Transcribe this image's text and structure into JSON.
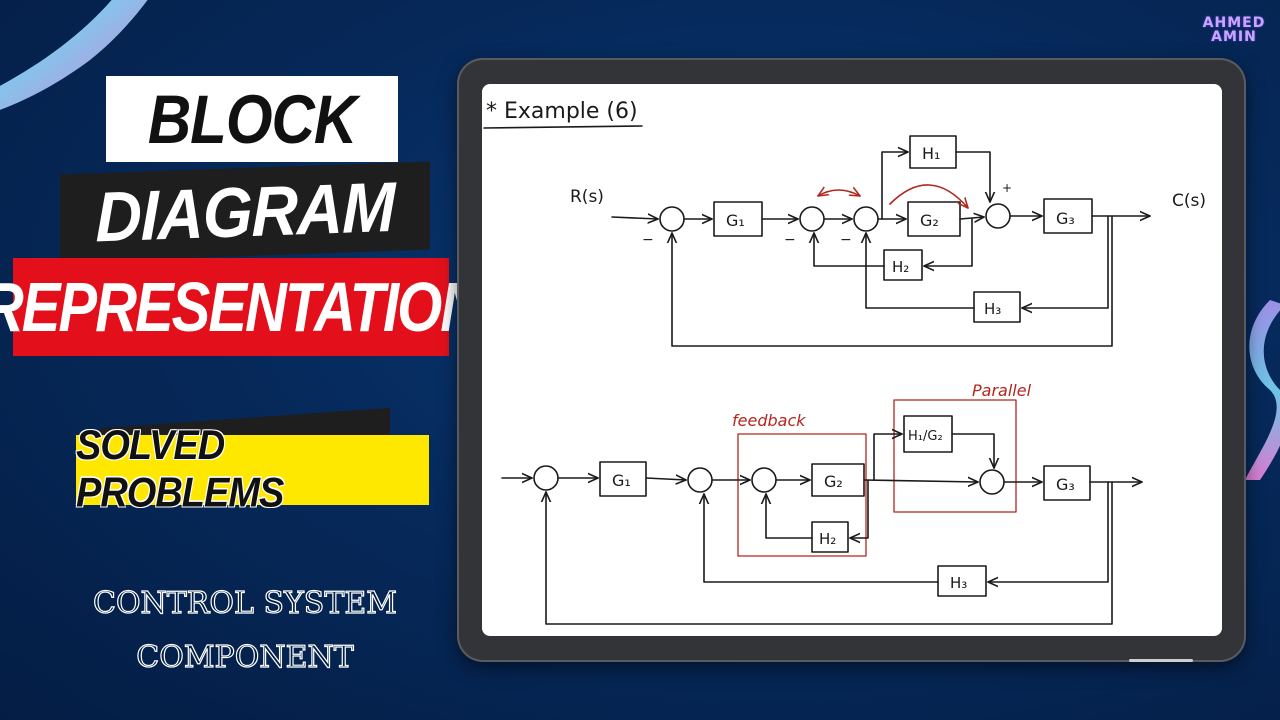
{
  "logo": {
    "line1": "AHMED",
    "line2": "AMIN"
  },
  "title": {
    "line1": "BLOCK",
    "line2": "DIAGRAM",
    "line3": "REPRESENTATION"
  },
  "badge": "SOLVED PROBLEMS",
  "subtitle": {
    "line1": "CONTROL SYSTEM",
    "line2": "COMPONENT"
  },
  "diagram": {
    "heading": "* Example (6)",
    "top": {
      "input": "R(s)",
      "output": "C(s)",
      "blocks": [
        "G₁",
        "G₂",
        "G₃",
        "H₁",
        "H₂",
        "H₃"
      ],
      "signs": {
        "minus": "−",
        "plus": "+"
      }
    },
    "bottom": {
      "annotation_feedback": "feedback",
      "annotation_parallel": "Parallel",
      "blocks": [
        "G₁",
        "G₂",
        "G₃",
        "H₁/G₂",
        "H₂",
        "H₃"
      ]
    }
  },
  "colors": {
    "title_red": "#e3101b",
    "badge_yellow": "#ffe800",
    "annotation_red": "#b3261e",
    "ink": "#1a1a1a"
  }
}
